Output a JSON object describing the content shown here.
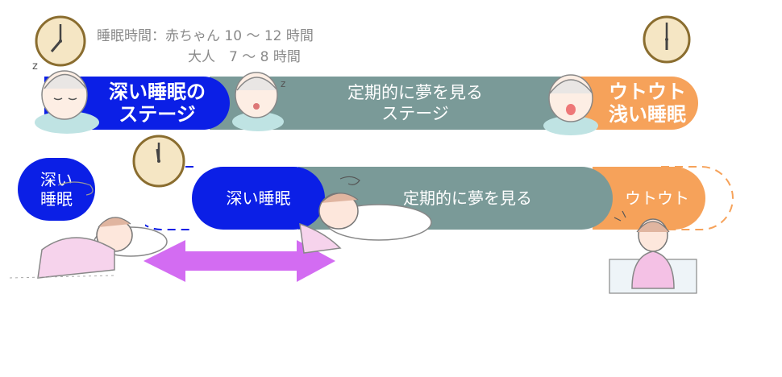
{
  "header": {
    "line1": "睡眠時間：赤ちゃん 10 〜 12 時間",
    "line2": "大人　7 〜 8 時間"
  },
  "top_row": {
    "deep": [
      "深い睡眠の",
      "ステージ"
    ],
    "dream": [
      "定期的に夢を見る",
      "ステージ"
    ],
    "light": [
      "ウトウト",
      "浅い睡眠"
    ]
  },
  "bottom_row": {
    "side_label": [
      "深い",
      "睡眠"
    ],
    "deep": "深い睡眠",
    "dream": "定期的に夢を見る",
    "light": "ウトウト"
  },
  "colors": {
    "deep": "#0b1fe6",
    "dream": "#7a9a98",
    "light": "#f6a25a",
    "arrow": "#d36cf2"
  },
  "icons": [
    "clock-icon",
    "baby-icon",
    "sleeping-woman-icon",
    "waking-woman-icon",
    "double-arrow-icon"
  ]
}
